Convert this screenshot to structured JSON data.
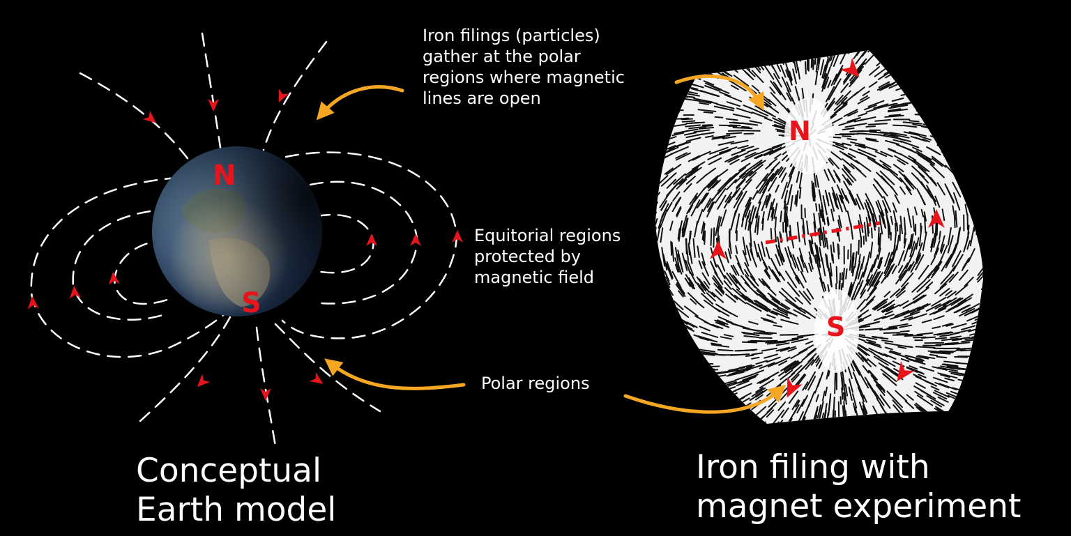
{
  "annotations": {
    "filings_gather": [
      "Iron filings (particles)",
      "gather at the polar",
      "regions where magnetic",
      "lines are open"
    ],
    "equatorial": [
      "Equitorial regions",
      "protected by",
      "magnetic field"
    ],
    "polar": "Polar regions"
  },
  "earth_model": {
    "north_label": "N",
    "south_label": "S",
    "caption": [
      "Conceptual",
      "Earth model"
    ]
  },
  "iron_experiment": {
    "north_label": "N",
    "south_label": "S",
    "caption": [
      "Iron filing with",
      "magnet experiment"
    ]
  },
  "colors": {
    "background": "#000000",
    "field_line": "#ffffff",
    "arrowhead": "#e8141c",
    "pointer_arrow": "#f5a623",
    "pole_label": "#e8141c"
  },
  "icons": [
    "earth-globe",
    "iron-filings-pattern",
    "direction-arrowhead",
    "pointer-arrow"
  ]
}
